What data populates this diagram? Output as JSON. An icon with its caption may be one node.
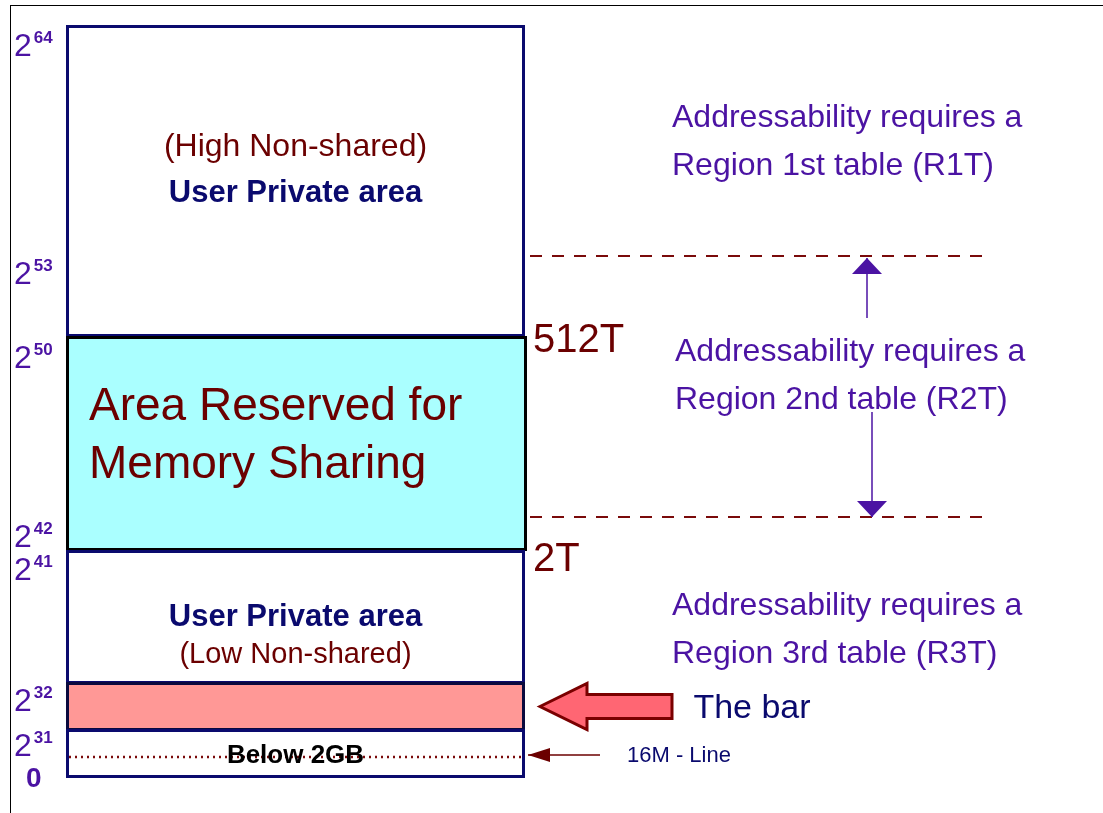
{
  "diagram": {
    "nodes": [
      {
        "text": [
          "(High Non-shared)",
          "User Private area"
        ]
      },
      {
        "text": [
          "Area Reserved for Memory Sharing"
        ]
      },
      {
        "text": [
          "User Private area",
          "(Low Non-shared)"
        ]
      },
      {
        "text": [],
        "shape": "bar"
      },
      {
        "text": [
          "Below 2GB"
        ]
      },
      {
        "text": [
          "The bar"
        ]
      },
      {
        "text": [
          "16M - Line"
        ]
      }
    ],
    "edges": [
      {
        "from": 5,
        "to": 3,
        "arrow": "to"
      },
      {
        "from": 6,
        "to": 4,
        "arrow": "to"
      }
    ],
    "labels": [
      "2$^{64}$",
      "Addressability requires a Region 1st table (R1T)",
      "2$^{53}$",
      "2$^{50}$",
      "512T",
      "Addressability requires a Region 2nd table (R2T)",
      "2$^{42}$",
      "2$^{41}$",
      "2T",
      "Addressability requires a Region 3rd table (R3T)",
      "2$^{32}$",
      "2$^{31}$",
      "0"
    ]
  }
}
